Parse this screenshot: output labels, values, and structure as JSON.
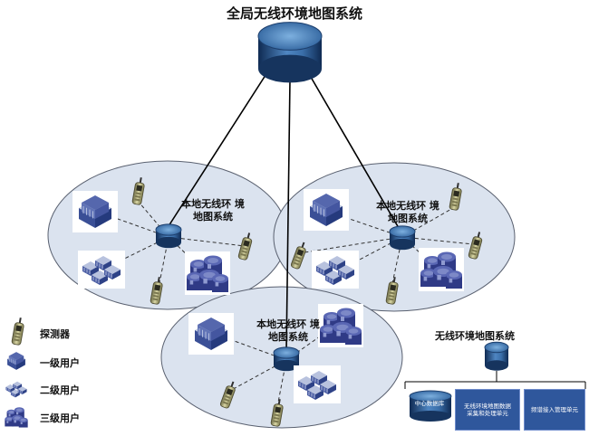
{
  "title": "全局无线环境地图系统",
  "local_system_label": "本地无线环\n境地图系统",
  "legend": {
    "probe": "探测器",
    "level1": "一级用户",
    "level2": "二级用户",
    "level3": "三级用户"
  },
  "system_detail": {
    "title": "无线环境地图系统",
    "units": [
      "中心数据库",
      "无线环境地图数据\n采集和处理单元",
      "频谱接入管理单元"
    ]
  },
  "colors": {
    "cloud_fill": "#dbe3ef",
    "cloud_stroke": "#606878",
    "db_dark": "#16345e",
    "db_light": "#6fa3d3",
    "user_blue": "#3f55a6"
  }
}
